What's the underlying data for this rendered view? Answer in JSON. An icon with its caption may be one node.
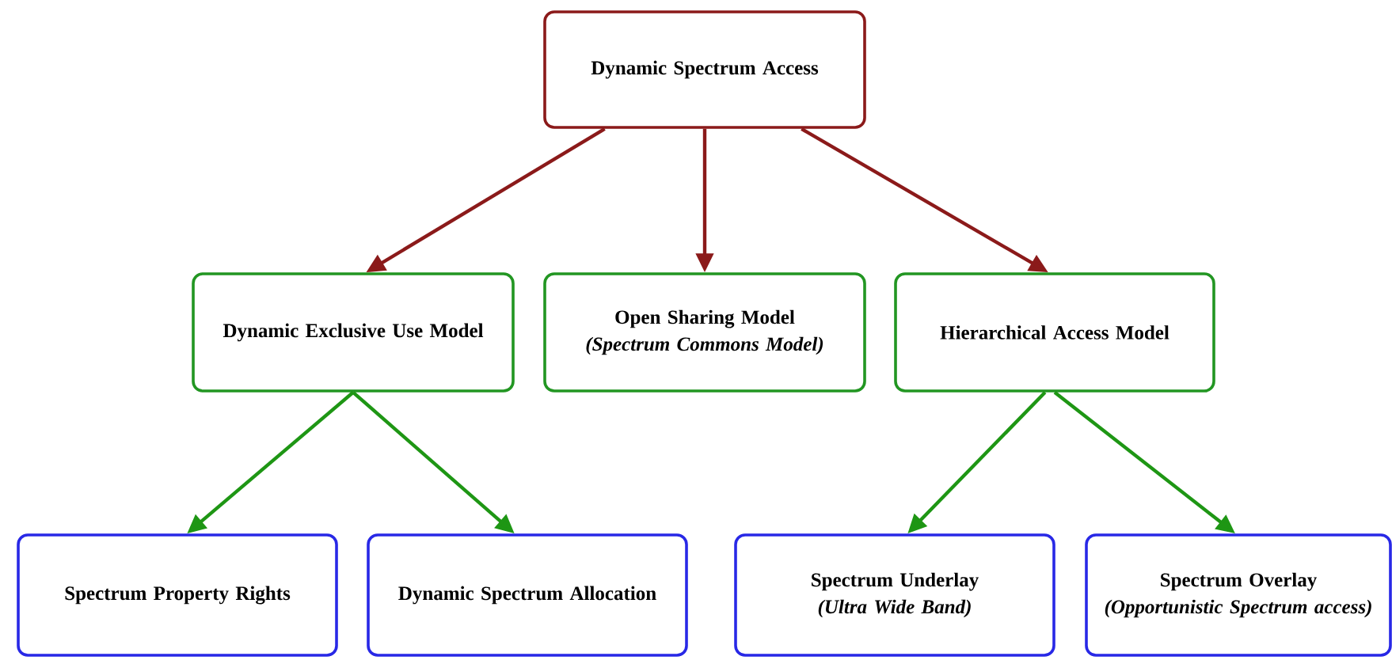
{
  "diagram": {
    "nodes": [
      {
        "text": [
          "Dynamic Spectrum Access"
        ]
      },
      {
        "text": [
          "Dynamic Exclusive Use Model"
        ]
      },
      {
        "text": [
          "Open Sharing Model",
          "(Spectrum Commons Model)"
        ]
      },
      {
        "text": [
          "Hierarchical Access Model"
        ]
      },
      {
        "text": [
          "Spectrum Property Rights"
        ]
      },
      {
        "text": [
          "Dynamic Spectrum Allocation"
        ]
      },
      {
        "text": [
          "Spectrum Underlay",
          "(Ultra Wide Band)"
        ]
      },
      {
        "text": [
          "Spectrum Overlay",
          "(Opportunistic Spectrum access)"
        ]
      }
    ],
    "edges": [
      {
        "from": 0,
        "to": 1,
        "arrow": "to",
        "color": "#8b1a1a"
      },
      {
        "from": 0,
        "to": 2,
        "arrow": "to",
        "color": "#8b1a1a"
      },
      {
        "from": 0,
        "to": 3,
        "arrow": "to",
        "color": "#8b1a1a"
      },
      {
        "from": 1,
        "to": 4,
        "arrow": "to"
      },
      {
        "from": 1,
        "to": 5,
        "arrow": "to"
      },
      {
        "from": 3,
        "to": 6,
        "arrow": "to"
      },
      {
        "from": 3,
        "to": 7,
        "arrow": "to"
      }
    ]
  }
}
